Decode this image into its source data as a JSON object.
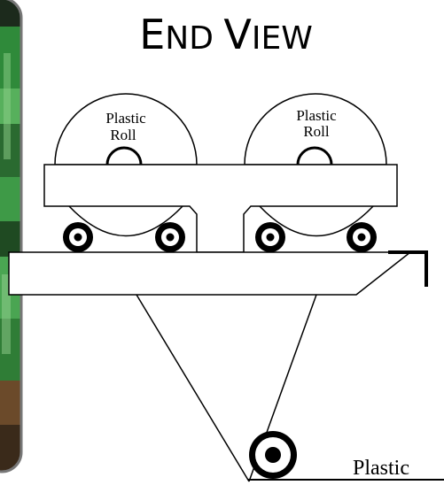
{
  "title": {
    "first_initial": "E",
    "first_rest": "ND",
    "second_initial": "V",
    "second_rest": "IEW"
  },
  "rolls": {
    "left": {
      "line1": "Plastic",
      "line2": "Roll"
    },
    "right": {
      "line1": "Plastic",
      "line2": "Roll"
    }
  },
  "bottom_label": "Plastic",
  "colors": {
    "panel_dark": "#1f2a1e",
    "panel_green": "#2f8a3a",
    "panel_green_light": "#57b05c",
    "panel_brown": "#7a4a24",
    "line": "#000000",
    "fill": "#ffffff"
  }
}
